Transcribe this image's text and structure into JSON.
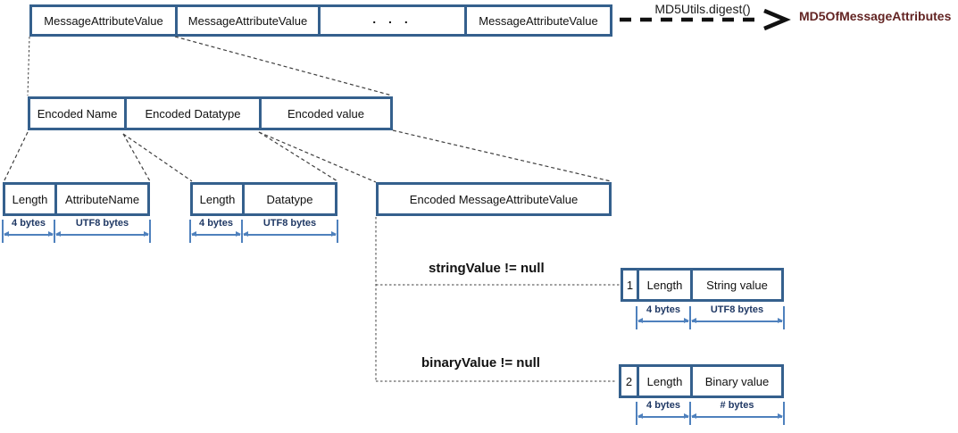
{
  "colors": {
    "box_border": "#35608d",
    "byte_accent": "#4f81bd",
    "byte_text": "#1f3864",
    "connector": "#3f3f3f",
    "md5_arrow": "#111111",
    "md5_result_text": "#632423"
  },
  "top_row": {
    "boxes": [
      "MessageAttributeValue",
      "MessageAttributeValue",
      ". . .",
      "MessageAttributeValue"
    ]
  },
  "md5": {
    "function_label": "MD5Utils.digest()",
    "result_label": "MD5OfMessageAttributes"
  },
  "encoded_row": {
    "boxes": [
      "Encoded Name",
      "Encoded Datatype",
      "Encoded value"
    ]
  },
  "name_group": {
    "cells": [
      "Length",
      "AttributeName"
    ],
    "bytes": [
      "4 bytes",
      "UTF8 bytes"
    ]
  },
  "datatype_group": {
    "cells": [
      "Length",
      "Datatype"
    ],
    "bytes": [
      "4 bytes",
      "UTF8 bytes"
    ]
  },
  "encoded_value_group": {
    "label": "Encoded MessageAttributeValue"
  },
  "string_branch": {
    "condition": "stringValue != null",
    "cells": [
      "1",
      "Length",
      "String value"
    ],
    "bytes": [
      "4 bytes",
      "UTF8 bytes"
    ]
  },
  "binary_branch": {
    "condition": "binaryValue != null",
    "cells": [
      "2",
      "Length",
      "Binary value"
    ],
    "bytes": [
      "4 bytes",
      "# bytes"
    ]
  }
}
